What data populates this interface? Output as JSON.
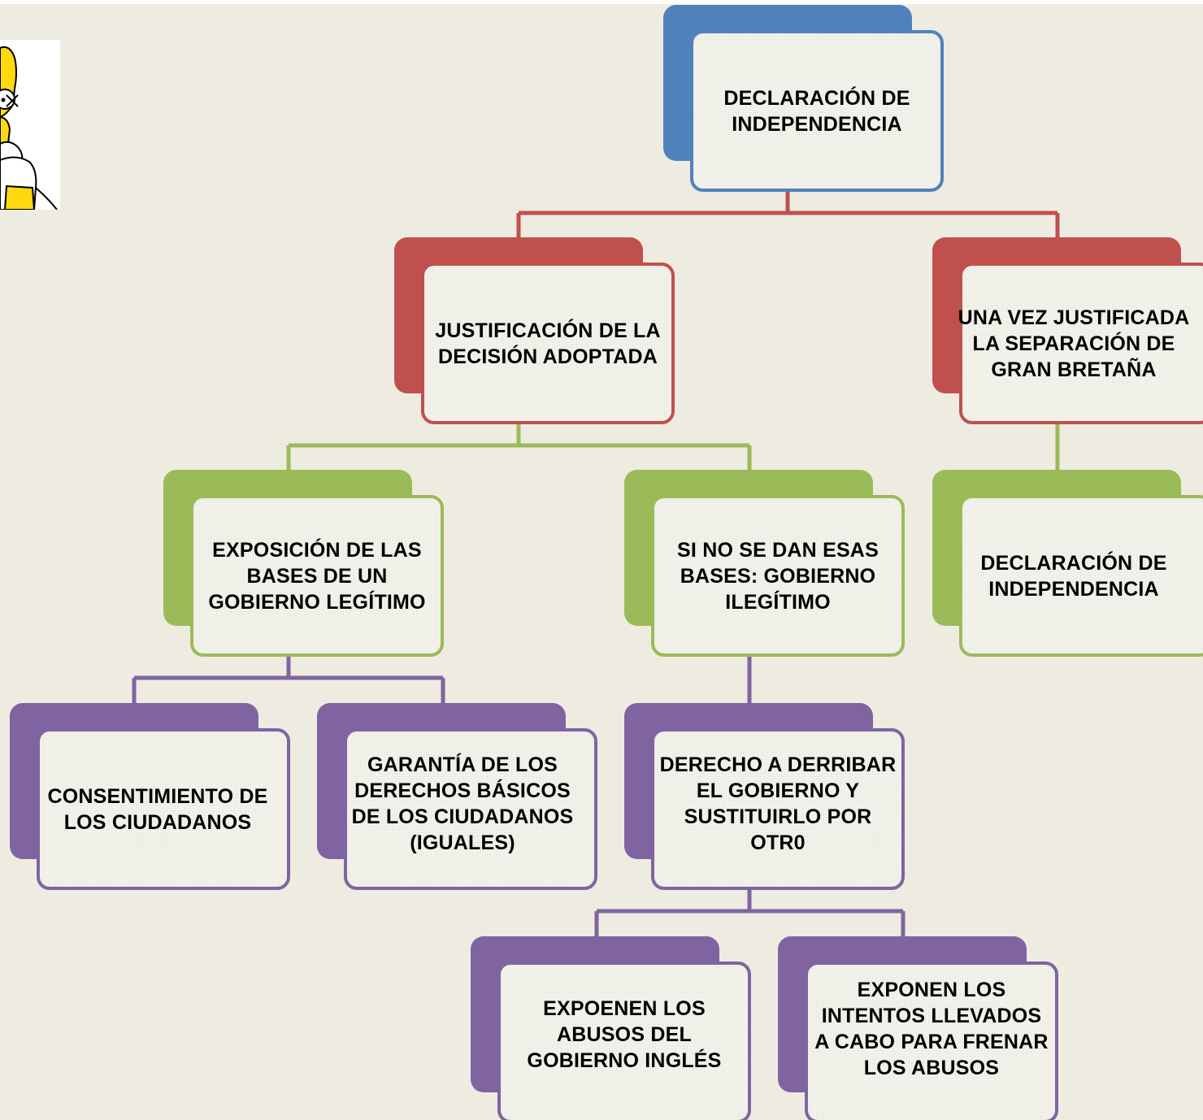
{
  "colors": {
    "background": "#eeece1",
    "blue": "#4f81bd",
    "red": "#c0504d",
    "green": "#9bbb59",
    "purple": "#8064a2"
  },
  "nodes": {
    "root": "DECLARACIÓN DE\nINDEPENDENCIA",
    "justificacion": "JUSTIFICACIÓN DE LA\nDECISIÓN ADOPTADA",
    "separacion": "UNA VEZ JUSTIFICADA\nLA SEPARACIÓN DE\nGRAN BRETAÑA",
    "exposicion": "EXPOSICIÓN DE LAS\nBASES DE UN\nGOBIERNO LEGÍTIMO",
    "ilegitimo": "SI NO SE DAN ESAS\nBASES: GOBIERNO\nILEGÍTIMO",
    "declaracion2": "DECLARACIÓN DE\nINDEPENDENCIA",
    "consentimiento": "CONSENTIMIENTO DE\nLOS CIUDADANOS",
    "garantia": "GARANTÍA DE LOS\nDERECHOS BÁSICOS\nDE LOS CIUDADANOS\n(IGUALES)",
    "derecho": "DERECHO A DERRIBAR\nEL GOBIERNO Y\nSUSTITUIRLO POR\nOTR0",
    "abusos": "EXPOENEN LOS\nABUSOS DEL\nGOBIERNO INGLÉS",
    "intentos": "EXPONEN LOS\nINTENTOS LLEVADOS\nA CABO PARA FRENAR\nLOS ABUSOS"
  },
  "picture": {
    "icon": "homer-simpson-image"
  }
}
